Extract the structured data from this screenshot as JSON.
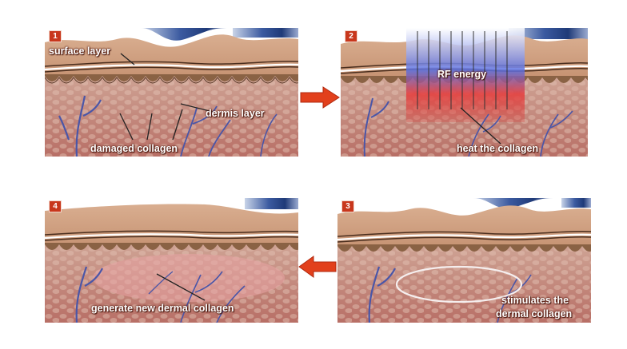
{
  "panels": [
    {
      "step": "1",
      "labels": {
        "surface": "surface layer",
        "dermis": "dermis layer",
        "damaged": "damaged collagen"
      }
    },
    {
      "step": "2",
      "labels": {
        "rf": "RF energy",
        "heat": "heat the collagen"
      }
    },
    {
      "step": "3",
      "labels": {
        "stim_line1": "stimulates the",
        "stim_line2": "dermal collagen"
      }
    },
    {
      "step": "4",
      "labels": {
        "generate": "generate new dermal collagen"
      }
    }
  ],
  "colors": {
    "skin": "#cfa183",
    "dermis": "#c7897c",
    "badge": "#c8371c",
    "arrow": "#e2401c",
    "sky": "#1f3a78"
  }
}
